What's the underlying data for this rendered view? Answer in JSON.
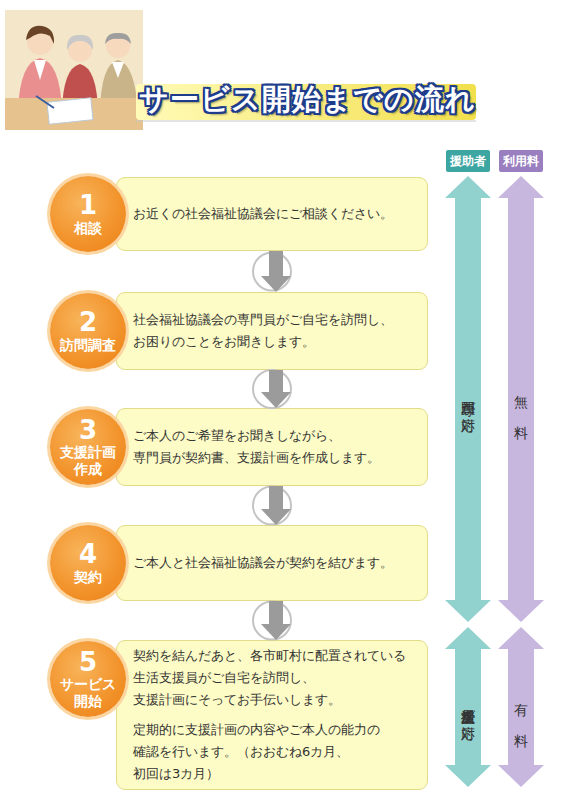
{
  "diagram": {
    "title": "サービス開始までの流れ",
    "nodes": [
      {
        "text": [
          "1",
          "相談"
        ]
      },
      {
        "text": [
          "お近くの社会福祉協議会にご相談ください。"
        ]
      },
      {
        "text": [
          "2",
          "訪問調査"
        ]
      },
      {
        "text": [
          "社会福祉協議会の専門員がご自宅を訪問し、 お困りのことをお聞きします。"
        ]
      },
      {
        "text": [
          "3",
          "支援計画 作成"
        ]
      },
      {
        "text": [
          "ご本人のご希望をお聞きしながら、 専門員が契約書、支援計画を作成します。"
        ]
      },
      {
        "text": [
          "4",
          "契約"
        ]
      },
      {
        "text": [
          "ご本人と社会福祉協議会が契約を結びます。"
        ]
      },
      {
        "text": [
          "5",
          "サービス 開始"
        ]
      },
      {
        "text": [
          "契約を結んだあと、各市町村に配置されている 生活支援員がご自宅を訪問し、 支援計画にそってお手伝いします。",
          "定期的に支援計画の内容やご本人の能力の 確認を行います。（おおむね6カ月、初回は3カ月）"
        ]
      },
      {
        "text": [
          "援助者"
        ]
      },
      {
        "text": [
          "利用料"
        ]
      },
      {
        "text": [
          "専門員が対応"
        ]
      },
      {
        "text": [
          "無料"
        ]
      },
      {
        "text": [
          "生活支援員が対応"
        ]
      },
      {
        "text": [
          "有料"
        ]
      }
    ],
    "edges": [
      {
        "from": 1,
        "to": 3,
        "arrow": "to"
      },
      {
        "from": 3,
        "to": 5,
        "arrow": "to"
      },
      {
        "from": 5,
        "to": 7,
        "arrow": "to"
      },
      {
        "from": 7,
        "to": 9,
        "arrow": "to"
      }
    ]
  }
}
